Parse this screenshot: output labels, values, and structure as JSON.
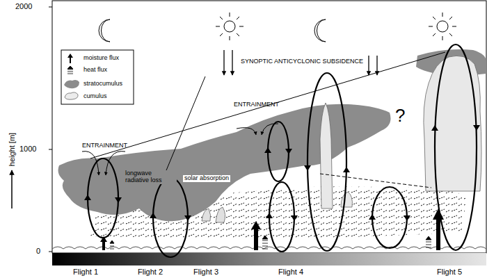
{
  "diagram": {
    "labels": [
      "2000",
      "1000",
      "0",
      "height [m]",
      "SYNOPTIC ANTICYCLONIC SUBSIDENCE",
      "ENTRAINMENT",
      "ENTRAINMENT",
      "longwave radiative loss",
      "solar absorption",
      "?",
      "Flight 1",
      "Flight 2",
      "Flight 3",
      "Flight 4",
      "Flight 5"
    ],
    "legend": [
      {
        "text": "moisture flux"
      },
      {
        "text": "heat flux"
      },
      {
        "text": "stratocumulus"
      },
      {
        "text": "cumulus"
      }
    ]
  }
}
